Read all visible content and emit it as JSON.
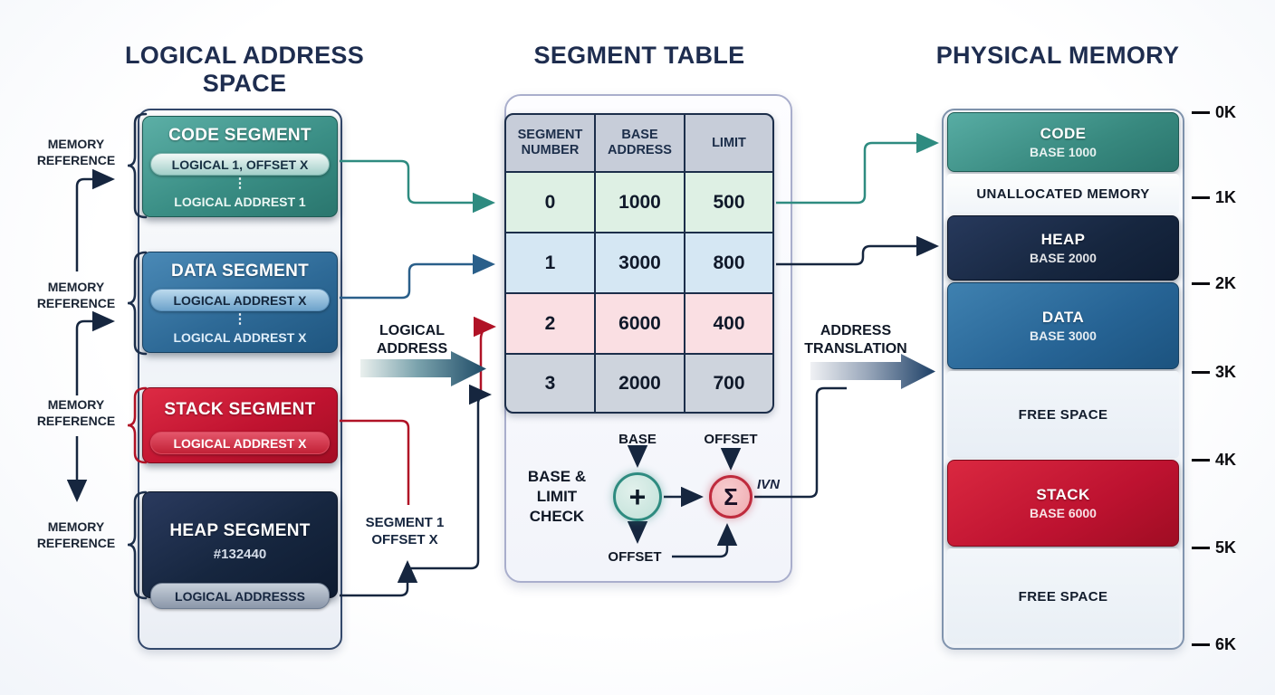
{
  "titles": {
    "left": "LOGICAL ADDRESS SPACE",
    "middle": "SEGMENT TABLE",
    "right": "PHYSICAL MEMORY"
  },
  "logical_address_space": {
    "memory_reference": {
      "line1": "MEMORY",
      "line2": "REFERENCE"
    },
    "segments": [
      {
        "name": "CODE SEGMENT",
        "pill": "LOGICAL 1, OFFSET X",
        "ellipsis": "⋮",
        "footer": "LOGICAL ADDREST 1"
      },
      {
        "name": "DATA SEGMENT",
        "pill": "LOGICAL ADDREST X",
        "ellipsis": "⋮",
        "footer": "LOGICAL ADDREST X"
      },
      {
        "name": "STACK SEGMENT",
        "pill": "LOGICAL ADDREST X"
      },
      {
        "name": "HEAP SEGMENT",
        "subtitle": "#132440",
        "pill": "LOGICAL ADDRESSS"
      }
    ]
  },
  "flow_labels": {
    "logical_address": {
      "line1": "LOGICAL",
      "line2": "ADDRESS"
    },
    "address_translation": {
      "line1": "ADDRESS",
      "line2": "TRANSLATION"
    },
    "segment_offset": {
      "line1": "SEGMENT 1",
      "line2": "OFFSET X"
    },
    "sigma_output": "IVN"
  },
  "segment_table": {
    "headers": [
      [
        "SEGMENT",
        "NUMBER"
      ],
      [
        "BASE",
        "ADDRESS"
      ],
      [
        "LIMIT",
        ""
      ]
    ],
    "rows": [
      {
        "segment": "0",
        "base": "1000",
        "limit": "500"
      },
      {
        "segment": "1",
        "base": "3000",
        "limit": "800"
      },
      {
        "segment": "2",
        "base": "6000",
        "limit": "400"
      },
      {
        "segment": "3",
        "base": "2000",
        "limit": "700"
      }
    ]
  },
  "base_limit_check": {
    "label_line1": "BASE &",
    "label_line2": "LIMIT",
    "label_line3": "CHECK",
    "base_label": "BASE",
    "offset_top_label": "OFFSET",
    "offset_bottom_label": "OFFSET",
    "plus_symbol": "+",
    "sigma_symbol": "Σ"
  },
  "physical_memory": {
    "blocks": [
      {
        "label": "CODE",
        "sublabel": "BASE 1000"
      },
      {
        "label": "UNALLOCATED MEMORY",
        "sublabel": ""
      },
      {
        "label": "HEAP",
        "sublabel": "BASE 2000"
      },
      {
        "label": "DATA",
        "sublabel": "BASE 3000"
      },
      {
        "label": "FREE SPACE",
        "sublabel": ""
      },
      {
        "label": "STACK",
        "sublabel": "BASE 6000"
      },
      {
        "label": "FREE SPACE",
        "sublabel": ""
      }
    ],
    "ticks": [
      "0K",
      "1K",
      "2K",
      "3K",
      "4K",
      "5K",
      "6K"
    ]
  },
  "colors": {
    "navy": "#16263f",
    "teal": "#2e8b80",
    "steel_blue": "#2a5f8a",
    "red": "#b01226",
    "title_text": "#1e2d4f",
    "table_row_code": "#def0e4",
    "table_row_data": "#d5e7f3",
    "table_row_stack": "#fadfe3",
    "table_row_heap": "#ced4dd"
  }
}
